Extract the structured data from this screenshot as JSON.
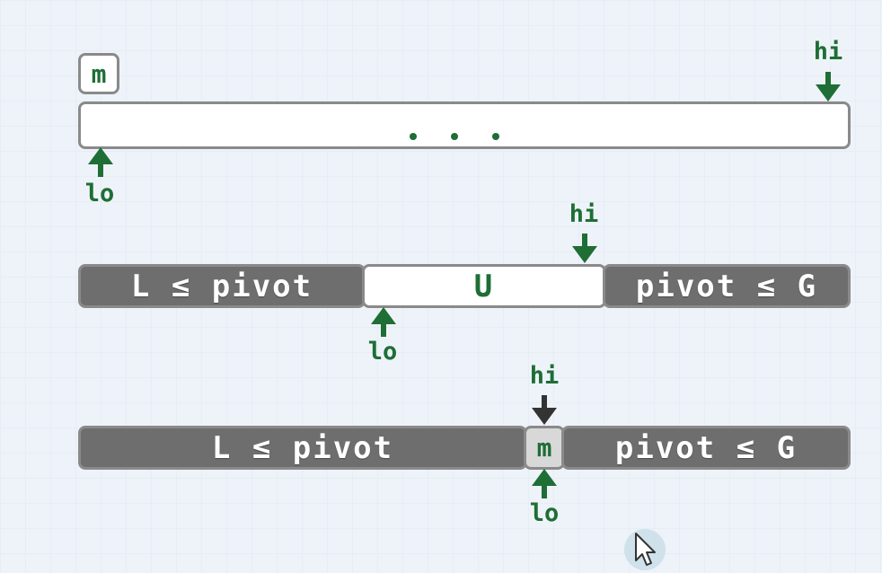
{
  "row1": {
    "m_label": "m",
    "ellipsis": ". . .",
    "hi_label": "hi",
    "lo_label": "lo"
  },
  "row2": {
    "left_label": "L ≤ pivot",
    "mid_label": "U",
    "right_label": "pivot ≤ G",
    "hi_label": "hi",
    "lo_label": "lo"
  },
  "row3": {
    "left_label": "L ≤ pivot",
    "mid_label": "m",
    "right_label": "pivot ≤ G",
    "hi_label": "hi",
    "lo_label": "lo"
  },
  "colors": {
    "green": "#1e6e35",
    "dark_arrow": "#333333",
    "grey_segment": "#6e6e6e",
    "border": "#8a8a8a",
    "background": "#eef3f9"
  }
}
